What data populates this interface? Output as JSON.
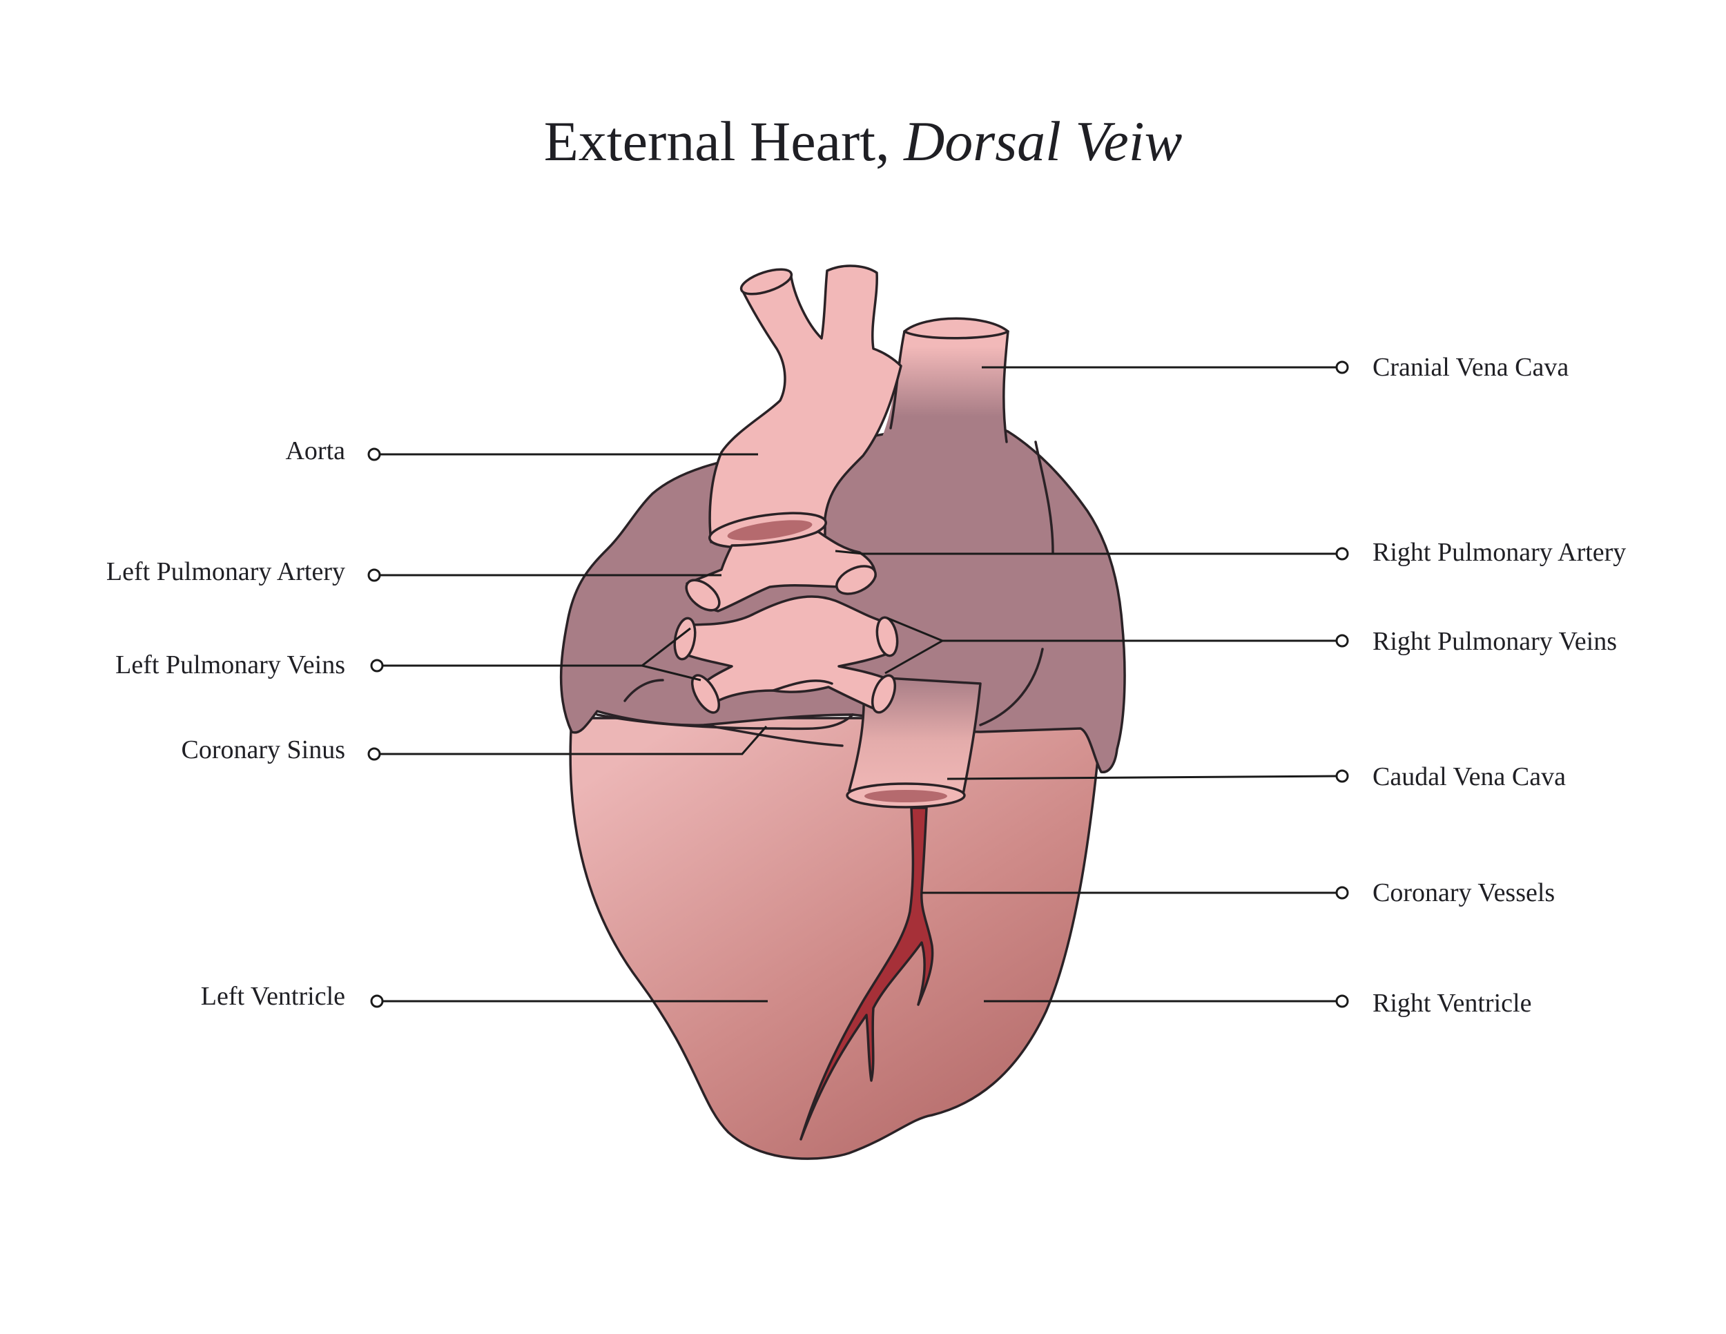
{
  "title": {
    "main": "External Heart, ",
    "italic": "Dorsal Veiw"
  },
  "colors": {
    "atria": "#a87d86",
    "vessel_light": "#f2b8b8",
    "vessel_mid": "#e9a9a7",
    "ventricle_top": "#eab2b2",
    "ventricle_bottom": "#b86e6d",
    "coronary_vessel": "#a63038",
    "lumen": "#b56a6e",
    "outline": "#2a2226"
  },
  "labels": {
    "left": [
      {
        "id": "aorta",
        "text": "Aorta"
      },
      {
        "id": "left-pulmonary-artery",
        "text": "Left Pulmonary Artery"
      },
      {
        "id": "left-pulmonary-veins",
        "text": "Left Pulmonary Veins"
      },
      {
        "id": "coronary-sinus",
        "text": "Coronary Sinus"
      },
      {
        "id": "left-ventricle",
        "text": "Left Ventricle"
      }
    ],
    "right": [
      {
        "id": "cranial-vena-cava",
        "text": "Cranial Vena Cava"
      },
      {
        "id": "right-pulmonary-artery",
        "text": "Right Pulmonary Artery"
      },
      {
        "id": "right-pulmonary-veins",
        "text": "Right Pulmonary Veins"
      },
      {
        "id": "caudal-vena-cava",
        "text": "Caudal Vena Cava"
      },
      {
        "id": "coronary-vessels",
        "text": "Coronary Vessels"
      },
      {
        "id": "right-ventricle",
        "text": "Right Ventricle"
      }
    ]
  }
}
